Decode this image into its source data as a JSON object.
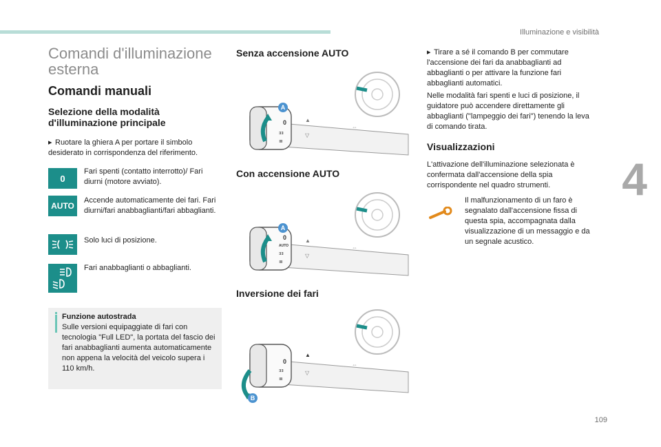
{
  "header": {
    "section_title": "Illuminazione e visibilità",
    "chapter_number": "4",
    "page_number": "109"
  },
  "left": {
    "title": "Comandi d'illuminazione esterna",
    "subtitle": "Comandi manuali",
    "subsubtitle": "Selezione della modalità d'illuminazione principale",
    "instruction_bullet": "",
    "instruction": "Ruotare la ghiera A per portare il simbolo desiderato in corrispondenza del riferimento.",
    "modes": [
      {
        "icon": "0",
        "icon_name": "lights-off-icon",
        "text": "Fari spenti (contatto interrotto)/ Fari diurni (motore avviato)."
      },
      {
        "icon": "AUTO",
        "icon_name": "auto-lights-icon",
        "text": "Accende automaticamente dei fari. Fari diurni/fari anabbaglianti/fari abbaglianti."
      },
      {
        "icon": "",
        "icon_name": "position-lights-icon",
        "text": "Solo luci di posizione."
      },
      {
        "icon": "",
        "icon_name": "dipped-main-beam-icon",
        "text": "Fari anabbaglianti o abbaglianti."
      }
    ],
    "tip": {
      "title": "Funzione autostrada",
      "body": "Sulle versioni equipaggiate di fari con tecnologia \"Full LED\", la portata del fascio dei fari anabbaglianti aumenta automaticamente non appena la velocità del veicolo supera i 110 km/h."
    }
  },
  "middle": {
    "sections": [
      {
        "title": "Senza accensione AUTO",
        "marker": "A"
      },
      {
        "title": "Con accensione AUTO",
        "marker": "A"
      },
      {
        "title": "Inversione dei fari",
        "marker": "B"
      }
    ]
  },
  "right": {
    "bullet_text": "Tirare a sé il comando B per commutare l'accensione dei fari da anabbaglianti ad abbaglianti o per attivare la funzione fari abbaglianti automatici.",
    "para1": "Nelle modalità fari spenti e luci di posizione, il guidatore può accendere direttamente gli abbaglianti (\"lampeggio dei fari\") tenendo la leva di comando tirata.",
    "heading": "Visualizzazioni",
    "para2": "L'attivazione dell'illuminazione selezionata è confermata dall'accensione della spia corrispondente nel quadro strumenti.",
    "warning": "Il malfunzionamento di un faro è segnalato dall'accensione fissa di questa spia, accompagnata dalla visualizzazione di un messaggio e da un segnale acustico."
  },
  "colors": {
    "teal": "#1c8e8a",
    "accent_orange": "#e28a1c",
    "marker_blue": "#4c93d0",
    "band": "#b8ddd7"
  }
}
